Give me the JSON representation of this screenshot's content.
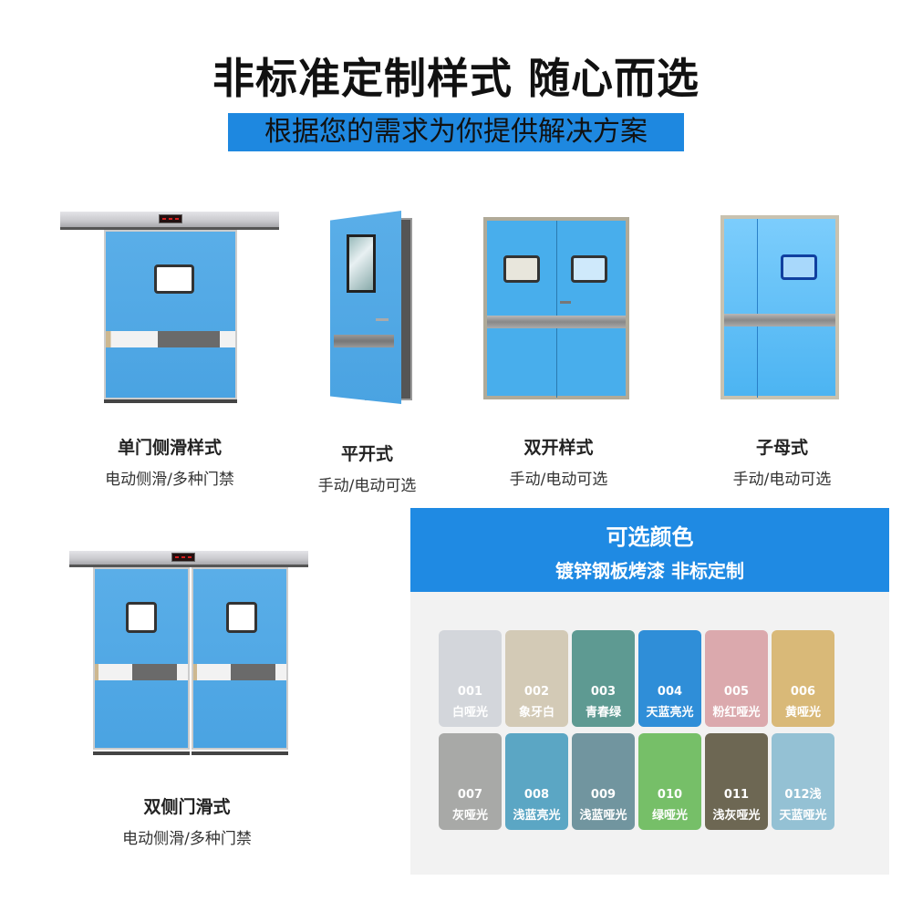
{
  "header": {
    "title": "非标准定制样式 随心而选",
    "subtitle": "根据您的需求为你提供解决方案",
    "subtitle_bg": "#1e88e0"
  },
  "products": [
    {
      "name": "单门侧滑样式",
      "desc": "电动侧滑/多种门禁",
      "type": "single-sliding-door"
    },
    {
      "name": "平开式",
      "desc": "手动/电动可选",
      "type": "swing-door"
    },
    {
      "name": "双开样式",
      "desc": "手动/电动可选",
      "type": "double-swing-door"
    },
    {
      "name": "子母式",
      "desc": "手动/电动可选",
      "type": "mother-child-door"
    },
    {
      "name": "双侧门滑式",
      "desc": "电动侧滑/多种门禁",
      "type": "double-sliding-door"
    }
  ],
  "colors_panel": {
    "title": "可选颜色",
    "subtitle": "镀锌钢板烤漆 非标定制",
    "header_bg": "#1f8ae3",
    "swatches": [
      {
        "code": "001",
        "name": "白哑光",
        "color": "#d3d6db"
      },
      {
        "code": "002",
        "name": "象牙白",
        "color": "#d3cab6"
      },
      {
        "code": "003",
        "name": "青春绿",
        "color": "#5e9a92"
      },
      {
        "code": "004",
        "name": "天蓝亮光",
        "color": "#2f8ed8"
      },
      {
        "code": "005",
        "name": "粉红哑光",
        "color": "#dba9ad"
      },
      {
        "code": "006",
        "name": "黄哑光",
        "color": "#d9b978"
      },
      {
        "code": "007",
        "name": "灰哑光",
        "color": "#a8a9a7"
      },
      {
        "code": "008",
        "name": "浅蓝亮光",
        "color": "#5ba6c4"
      },
      {
        "code": "009",
        "name": "浅蓝哑光",
        "color": "#71959f"
      },
      {
        "code": "010",
        "name": "绿哑光",
        "color": "#76bf68"
      },
      {
        "code": "011",
        "name": "浅灰哑光",
        "color": "#6d6753"
      },
      {
        "code": "012浅",
        "name": "天蓝哑光",
        "color": "#94c1d4"
      }
    ]
  }
}
